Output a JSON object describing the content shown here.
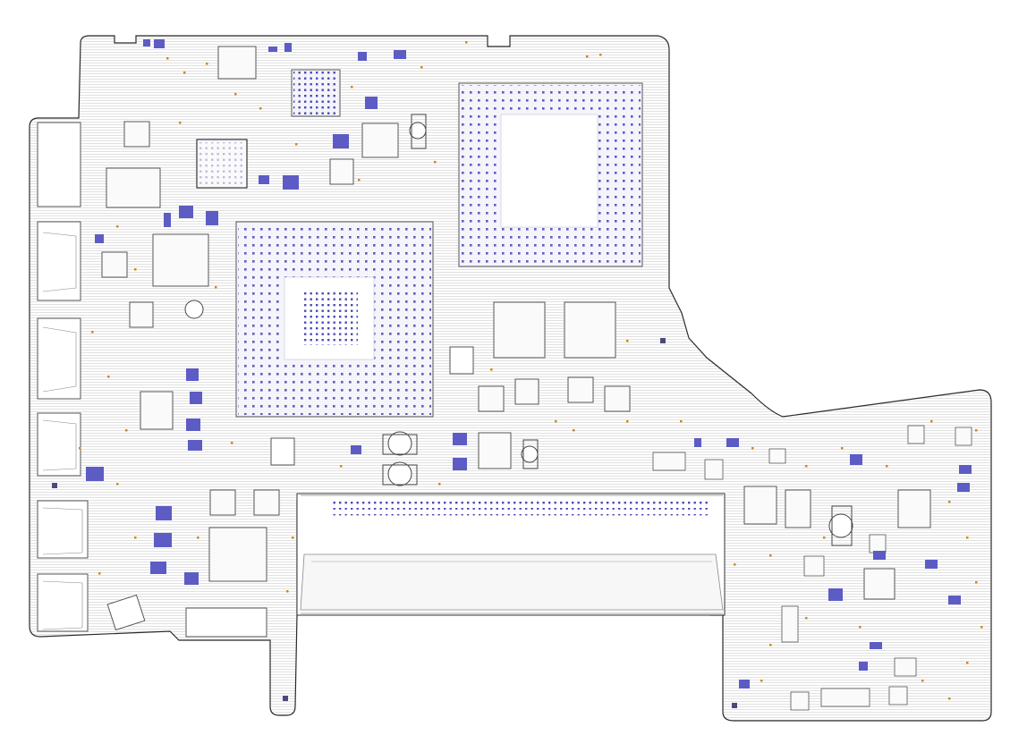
{
  "board": {
    "outline_color": "#2a2a2a",
    "fill_color": "#ffffff",
    "line_pattern_color": "#d6d6d6",
    "component_outline_color": "#6b6f80",
    "pad_color": "#5c5cc4",
    "test_point_color": "#c88a1a"
  },
  "components": {
    "cpu": "bga-package",
    "gpu": "bga-package",
    "connector_main": "board-to-board-connector",
    "left_ports": [
      "port-connector",
      "port-connector",
      "port-connector",
      "port-connector",
      "port-connector",
      "port-connector"
    ],
    "crystals": [
      "crystal",
      "crystal",
      "crystal",
      "crystal"
    ],
    "inductors": [
      "inductor",
      "inductor",
      "inductor",
      "inductor"
    ],
    "chips": [
      "ic",
      "ic",
      "ic",
      "ic",
      "ic",
      "ic",
      "ic",
      "ic"
    ]
  }
}
